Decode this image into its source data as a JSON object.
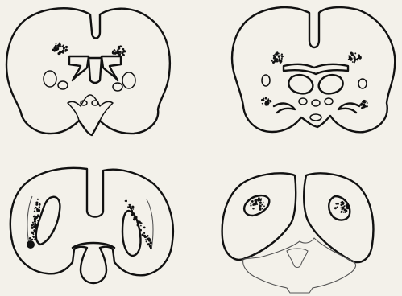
{
  "figure": {
    "background": "#f3f1ea",
    "ink": "#111111",
    "panels": [
      {
        "name": "section-top-left"
      },
      {
        "name": "section-top-right"
      },
      {
        "name": "section-bottom-left"
      },
      {
        "name": "section-bottom-right"
      }
    ]
  }
}
